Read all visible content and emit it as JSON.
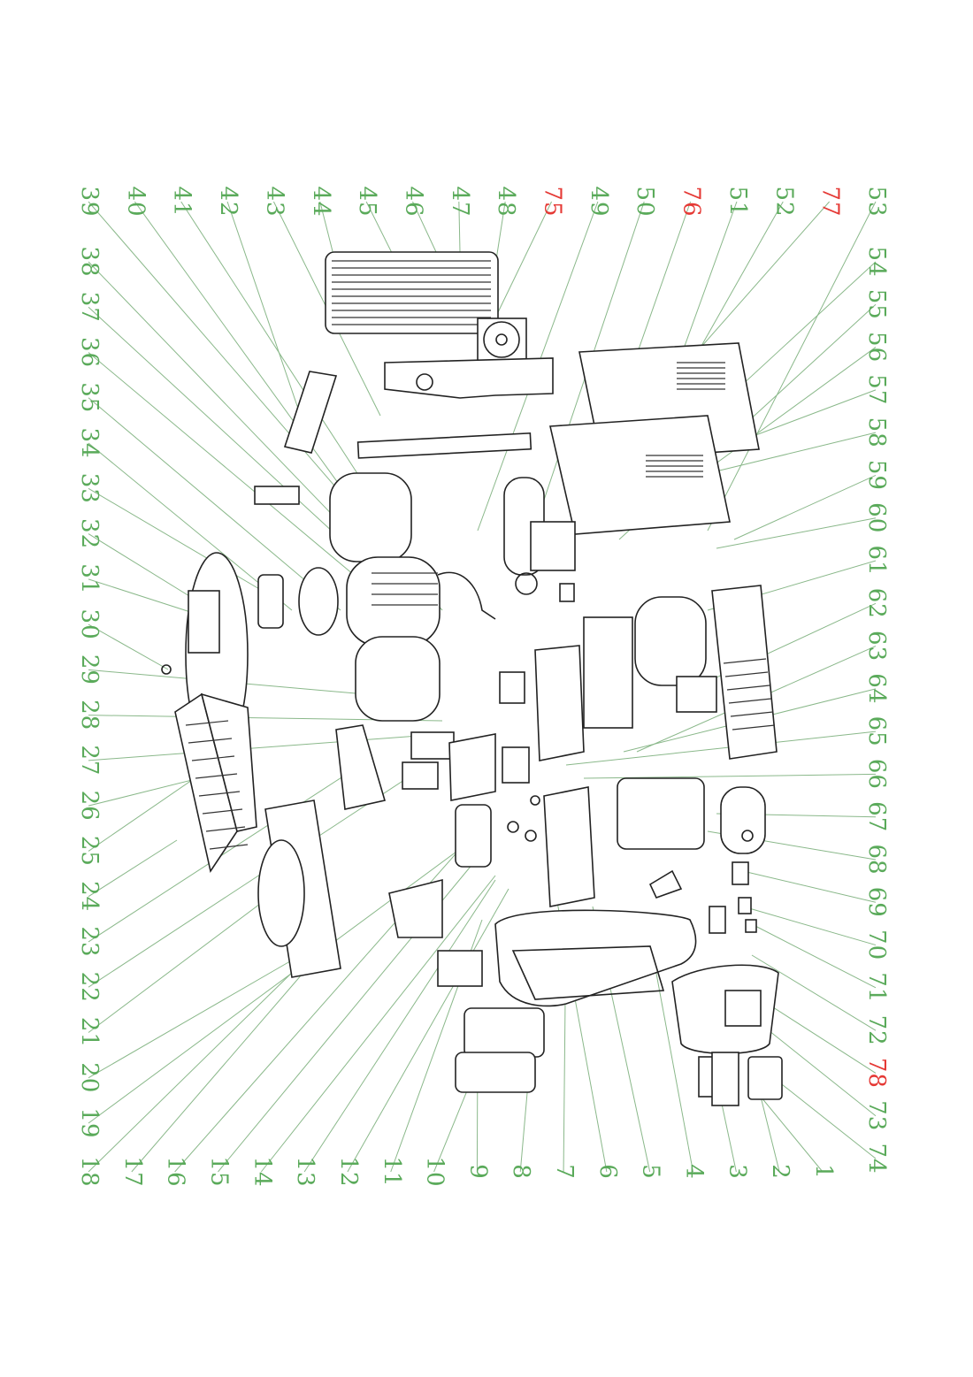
{
  "colors": {
    "callout": "#5aaa5a",
    "callout_new": "#e53935",
    "line_art": "#222222",
    "leader": "#8ab88a"
  },
  "top_row": [
    "39",
    "40",
    "41",
    "42",
    "43",
    "44",
    "45",
    "46",
    "47",
    "48",
    "75",
    "49",
    "50",
    "76",
    "51",
    "52",
    "77",
    "53"
  ],
  "right_col": [
    "54",
    "55",
    "56",
    "57",
    "58",
    "59",
    "60",
    "61",
    "62",
    "63",
    "64",
    "65",
    "66",
    "67",
    "68",
    "69",
    "70",
    "71",
    "72",
    "78",
    "73",
    "74"
  ],
  "left_col": [
    "38",
    "37",
    "36",
    "35",
    "34",
    "33",
    "32",
    "31",
    "30",
    "29",
    "28",
    "27",
    "26",
    "25",
    "24",
    "23",
    "22",
    "21",
    "20",
    "19"
  ],
  "bottom_row": [
    "18",
    "17",
    "16",
    "15",
    "14",
    "13",
    "12",
    "11",
    "10",
    "9",
    "8",
    "7",
    "6",
    "5",
    "4",
    "3",
    "2",
    "1"
  ],
  "new_parts": [
    "75",
    "76",
    "77",
    "78"
  ]
}
